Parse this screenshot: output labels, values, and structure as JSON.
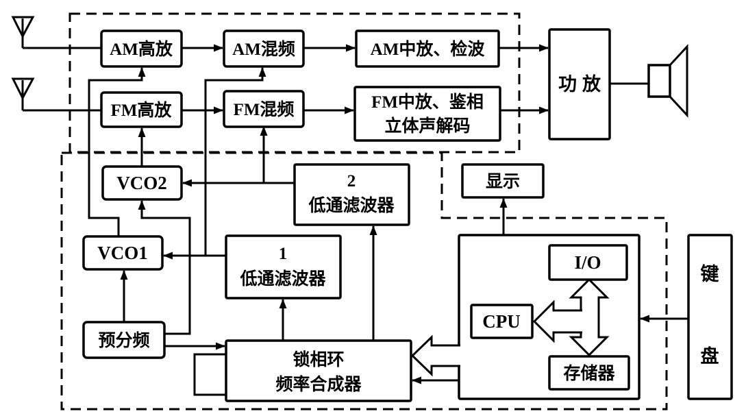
{
  "colors": {
    "ink": "#000000",
    "paper": "#ffffff"
  },
  "blocks": {
    "am_rf": {
      "label": "AM高放"
    },
    "am_mixer": {
      "label": "AM混频"
    },
    "am_if_det": {
      "label": "AM中放、检波"
    },
    "fm_rf": {
      "label": "FM高放"
    },
    "fm_mixer": {
      "label": "FM混频"
    },
    "fm_if_stereo": {
      "line1": "FM中放、鉴相",
      "line2": "立体声解码"
    },
    "power_amp": {
      "label": "功放"
    },
    "vco2": {
      "label": "VCO2"
    },
    "vco1": {
      "label": "VCO1"
    },
    "lpf2": {
      "line1": "2",
      "line2": "低通滤波器"
    },
    "lpf1": {
      "line1": "1",
      "line2": "低通滤波器"
    },
    "prescaler": {
      "label": "预分频"
    },
    "pll_synth": {
      "line1": "锁相环",
      "line2": "频率合成器"
    },
    "display": {
      "label": "显示"
    },
    "io": {
      "label": "I/O"
    },
    "cpu": {
      "label": "CPU"
    },
    "memory": {
      "label": "存储器"
    },
    "keyboard": {
      "line1": "键",
      "line2": "盘"
    }
  }
}
